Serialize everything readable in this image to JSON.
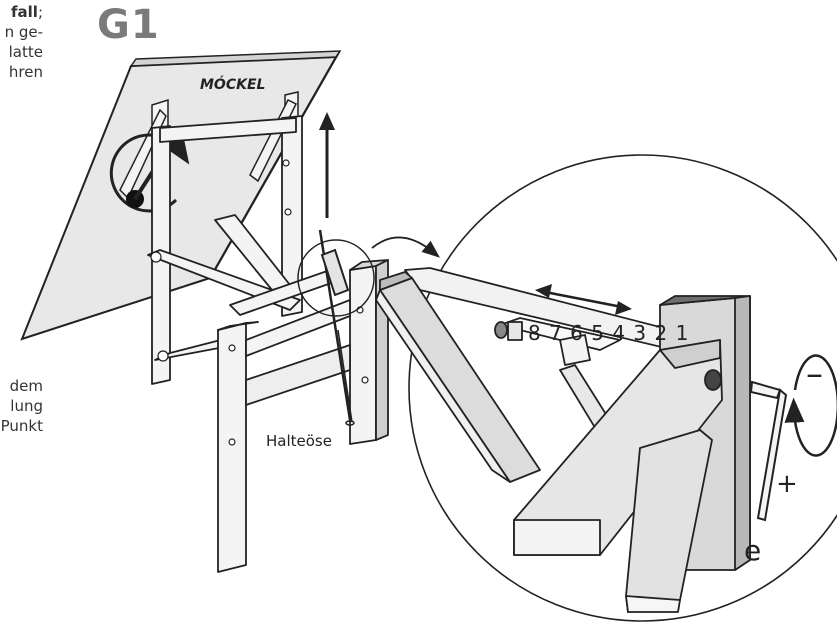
{
  "heading": "G1",
  "left_text": {
    "line1_bold": "fall",
    "line1_tail": ";",
    "line2": "n ge-",
    "line3": "latte",
    "line4": "hren",
    "line5": "dem",
    "line6": "lung",
    "line7": "Punkt"
  },
  "brand": "MÓCKEL",
  "label_halteose": "Halteöse",
  "scale_numbers": "8 7 6 5 4 3 2 1",
  "label_minus": "–",
  "label_plus": "+",
  "label_e": "e",
  "colors": {
    "line": "#222222",
    "panel": "#e6e6e6",
    "frame": "#f2f2f2",
    "shade": "#c9c9c9",
    "text": "#333333"
  }
}
